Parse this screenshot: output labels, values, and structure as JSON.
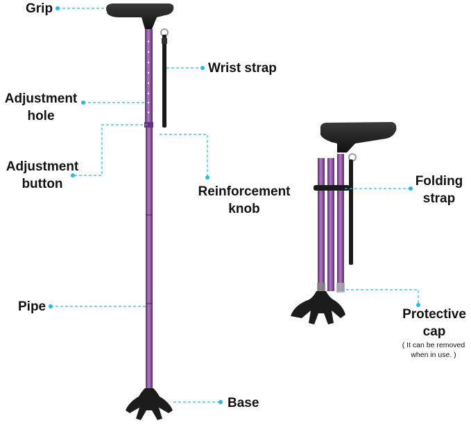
{
  "colors": {
    "accent": "#29b6e8",
    "cane_purple": "#7b3f8e",
    "cane_purple_light": "#a768b8",
    "rubber_black": "#1c1c1c"
  },
  "labels": {
    "grip": "Grip",
    "wrist_strap": "Wrist strap",
    "adjustment_hole_1": "Adjustment",
    "adjustment_hole_2": "hole",
    "adjustment_button_1": "Adjustment",
    "adjustment_button_2": "button",
    "reinforcement_knob_1": "Reinforcement",
    "reinforcement_knob_2": "knob",
    "pipe": "Pipe",
    "base": "Base",
    "folding_strap_1": "Folding",
    "folding_strap_2": "strap",
    "protective_cap_1": "Protective",
    "protective_cap_2": "cap",
    "protective_cap_note_1": "( It can be removed",
    "protective_cap_note_2": "when in use. )"
  }
}
